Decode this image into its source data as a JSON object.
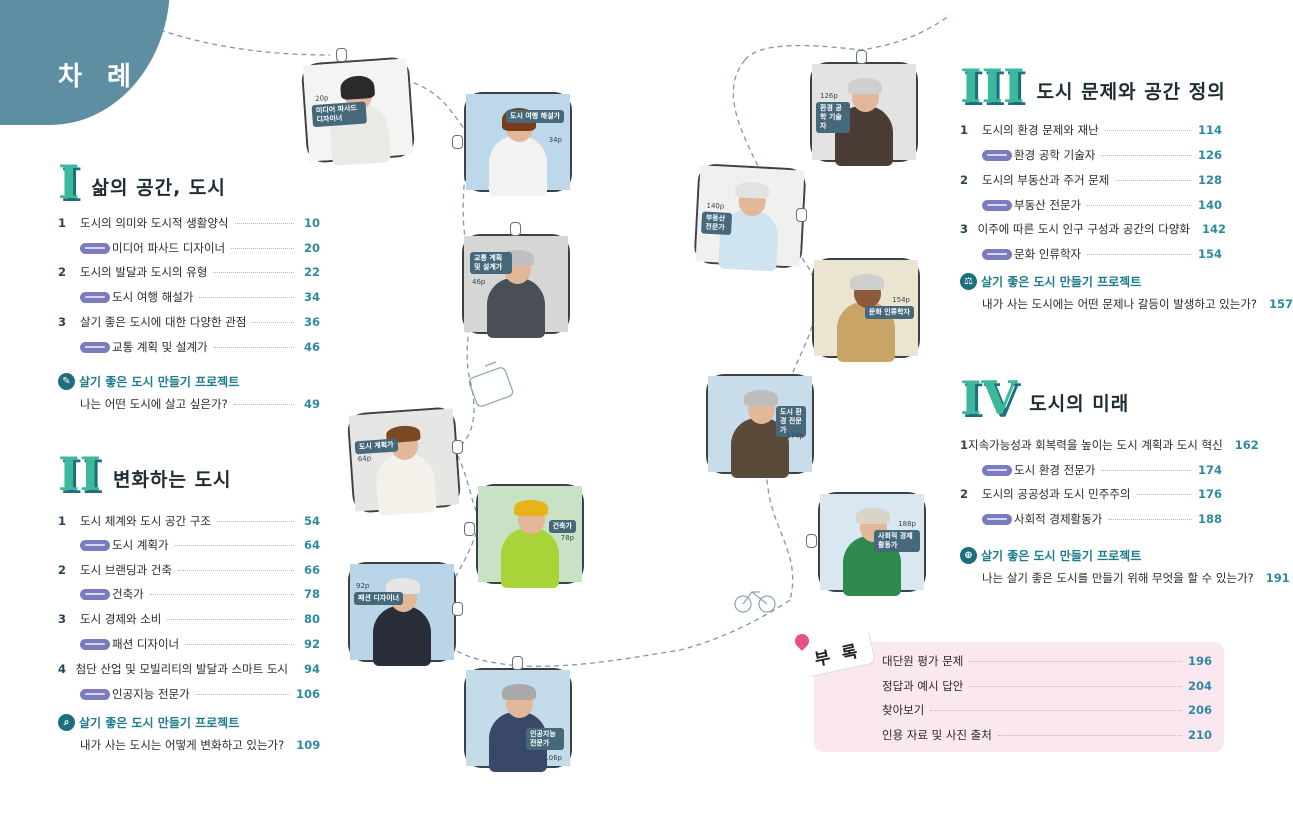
{
  "header": {
    "title": "차 례"
  },
  "sections": [
    {
      "numeral": "I",
      "title": "삶의 공간, 도시",
      "rows": [
        {
          "type": "main",
          "num": "1",
          "text": "도시의 의미와 도시적 생활양식",
          "page": "10"
        },
        {
          "type": "sub",
          "text": "미디어 파사드 디자이너",
          "page": "20"
        },
        {
          "type": "main",
          "num": "2",
          "text": "도시의 발달과 도시의 유형",
          "page": "22"
        },
        {
          "type": "sub",
          "text": "도시 여행 해설가",
          "page": "34"
        },
        {
          "type": "main",
          "num": "3",
          "text": "살기 좋은 도시에 대한 다양한 관점",
          "page": "36"
        },
        {
          "type": "sub",
          "text": "교통 계획 및 설계가",
          "page": "46"
        }
      ],
      "project_title": "살기 좋은 도시 만들기 프로젝트",
      "project_question": "나는 어떤 도시에 살고 싶은가?",
      "project_page": "49"
    },
    {
      "numeral": "II",
      "title": "변화하는 도시",
      "rows": [
        {
          "type": "main",
          "num": "1",
          "text": "도시 체계와 도시 공간 구조",
          "page": "54"
        },
        {
          "type": "sub",
          "text": "도시 계획가",
          "page": "64"
        },
        {
          "type": "main",
          "num": "2",
          "text": "도시 브랜딩과 건축",
          "page": "66"
        },
        {
          "type": "sub",
          "text": "건축가",
          "page": "78"
        },
        {
          "type": "main",
          "num": "3",
          "text": "도시 경제와 소비",
          "page": "80"
        },
        {
          "type": "sub",
          "text": "패션 디자이너",
          "page": "92"
        },
        {
          "type": "main",
          "num": "4",
          "text": "첨단 산업 및 모빌리티의 발달과 스마트 도시",
          "page": "94"
        },
        {
          "type": "sub",
          "text": "인공지능 전문가",
          "page": "106"
        }
      ],
      "project_title": "살기 좋은 도시 만들기 프로젝트",
      "project_question": "내가 사는 도시는 어떻게 변화하고 있는가?",
      "project_page": "109"
    },
    {
      "numeral": "III",
      "title": "도시 문제와 공간 정의",
      "rows": [
        {
          "type": "main",
          "num": "1",
          "text": "도시의 환경 문제와 재난",
          "page": "114"
        },
        {
          "type": "sub",
          "text": "환경 공학 기술자",
          "page": "126"
        },
        {
          "type": "main",
          "num": "2",
          "text": "도시의 부동산과 주거 문제",
          "page": "128"
        },
        {
          "type": "sub",
          "text": "부동산 전문가",
          "page": "140"
        },
        {
          "type": "main",
          "num": "3",
          "text": "이주에 따른 도시 인구 구성과 공간의 다양화",
          "page": "142"
        },
        {
          "type": "sub",
          "text": "문화 인류학자",
          "page": "154"
        }
      ],
      "project_title": "살기 좋은 도시 만들기 프로젝트",
      "project_question": "내가 사는 도시에는 어떤 문제나 갈등이 발생하고 있는가?",
      "project_page": "157"
    },
    {
      "numeral": "IV",
      "title": "도시의 미래",
      "rows": [
        {
          "type": "main",
          "num": "1",
          "text": "지속가능성과 회복력을 높이는 도시 계획과 도시 혁신",
          "page": "162"
        },
        {
          "type": "sub",
          "text": "도시 환경 전문가",
          "page": "174"
        },
        {
          "type": "main",
          "num": "2",
          "text": "도시의 공공성과 도시 민주주의",
          "page": "176"
        },
        {
          "type": "sub",
          "text": "사회적 경제활동가",
          "page": "188"
        }
      ],
      "project_title": "살기 좋은 도시 만들기 프로젝트",
      "project_question": "나는 살기 좋은 도시를 만들기 위해 무엇을 할 수 있는가?",
      "project_page": "191"
    }
  ],
  "appendix": {
    "label": "부 록",
    "items": [
      {
        "text": "대단원 평가 문제",
        "page": "196"
      },
      {
        "text": "정답과 예시 답안",
        "page": "204"
      },
      {
        "text": "찾아보기",
        "page": "206"
      },
      {
        "text": "인용 자료 및 사진 출처",
        "page": "210"
      }
    ]
  },
  "portraits": [
    {
      "page": "20p",
      "label": "미디어 파사드 디자이너"
    },
    {
      "page": "34p",
      "label": "도시 여행 해설가"
    },
    {
      "page": "46p",
      "label": "교통 계획 및 설계가"
    },
    {
      "page": "64p",
      "label": "도시 계획가"
    },
    {
      "page": "78p",
      "label": "건축가"
    },
    {
      "page": "92p",
      "label": "패션 디자이너"
    },
    {
      "page": "106p",
      "label": "인공지능 전문가"
    },
    {
      "page": "126p",
      "label": "환경 공학 기술자"
    },
    {
      "page": "140p",
      "label": "부동산 전문가"
    },
    {
      "page": "154p",
      "label": "문화 인류학자"
    },
    {
      "page": "174p",
      "label": "도시 환경 전문가"
    },
    {
      "page": "188p",
      "label": "사회적 경제활동가"
    }
  ],
  "colors": {
    "accent": "#3cb89c",
    "numeral_shadow": "#1e6f7d",
    "page_number": "#2e8aa0",
    "blob": "#5e8ea2",
    "appendix_bg": "#fbe7ef"
  }
}
